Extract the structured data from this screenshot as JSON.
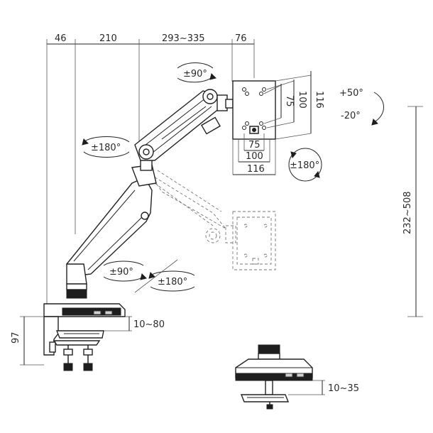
{
  "dimensions": {
    "top": [
      "46",
      "210",
      "293~335",
      "76"
    ],
    "panel_vertical_outer": "116",
    "panel_vertical_mid": "100",
    "panel_vertical_inner": "75",
    "panel_horizontal_inner": "75",
    "panel_horizontal_mid": "100",
    "panel_horizontal_outer": "116",
    "height_range": "232~508",
    "clamp_height": "97",
    "desk_thickness_side": "10~80",
    "desk_thickness_grommet": "10~35"
  },
  "rotations": {
    "top_swivel": "±90°",
    "tilt_up": "+50°",
    "tilt_down": "-20°",
    "arm_swivel": "±180°",
    "panel_rotate": "±180°",
    "base_swivel_left": "±90°",
    "base_swivel_right": "±180°"
  }
}
